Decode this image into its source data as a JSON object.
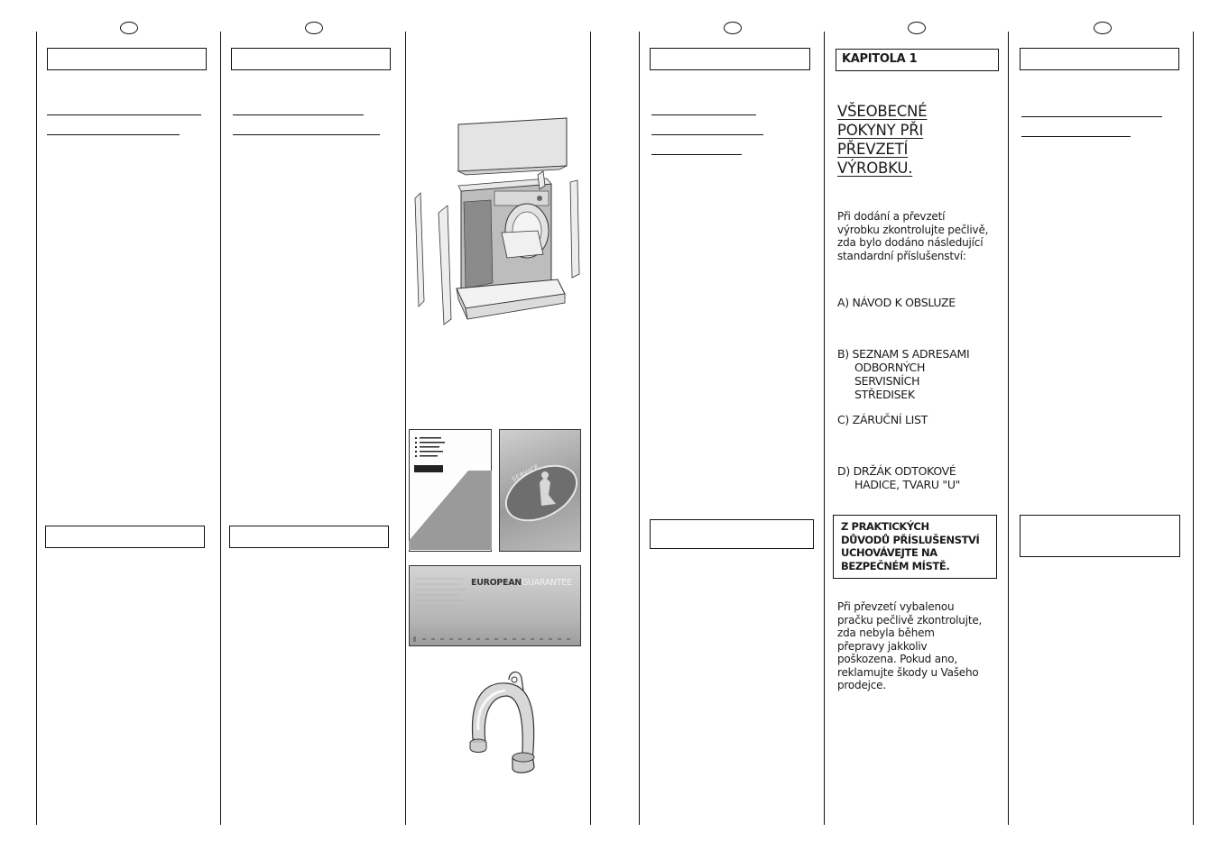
{
  "chapter": {
    "label": "KAPITOLA 1"
  },
  "heading": {
    "line1": "VŠEOBECNÉ",
    "line2": "POKYNY PŘI",
    "line3": "PŘEVZETÍ",
    "line4": "VÝROBKU."
  },
  "intro": {
    "line1": "Při dodání a převzetí",
    "line2": "výrobku zkontrolujte pečlivě,",
    "line3": "zda bylo dodáno následující",
    "line4": "standardní příslušenství:"
  },
  "accessories": [
    {
      "line1": "A) NÁVOD K OBSLUZE"
    },
    {
      "line1": "B) SEZNAM S ADRESAMI",
      "line2": "ODBORNÝCH",
      "line3": "SERVISNÍCH",
      "line4": "STŘEDISEK"
    },
    {
      "line1": "C) ZÁRUČNÍ LIST"
    },
    {
      "line1": "D) DRŽÁK ODTOKOVÉ",
      "line2": "HADICE, TVARU \"U\""
    }
  ],
  "notice": {
    "line1": "Z PRAKTICKÝCH",
    "line2": "DŮVODŮ PŘÍSLUŠENSTVÍ",
    "line3": "UCHOVÁVEJTE NA",
    "line4": "BEZPEČNÉM MÍSTĚ."
  },
  "damage": {
    "line1": "Při převzetí vybalenou",
    "line2": "pračku pečlivě zkontrolujte,",
    "line3": "zda nebyla během",
    "line4": "přepravy jakkoliv",
    "line5": "poškozena. Pokud ano,",
    "line6": "reklamujte škody u Vašeho",
    "line7": "prodejce."
  },
  "images": {
    "service_label": "SERVICE",
    "guarantee_word1": "EUROPEAN",
    "guarantee_word2": "GUARANTEE"
  },
  "colors": {
    "line": "#111111",
    "gray_light": "#d6d6d6",
    "gray_mid": "#9a9a9a",
    "gray_dark": "#555555"
  }
}
